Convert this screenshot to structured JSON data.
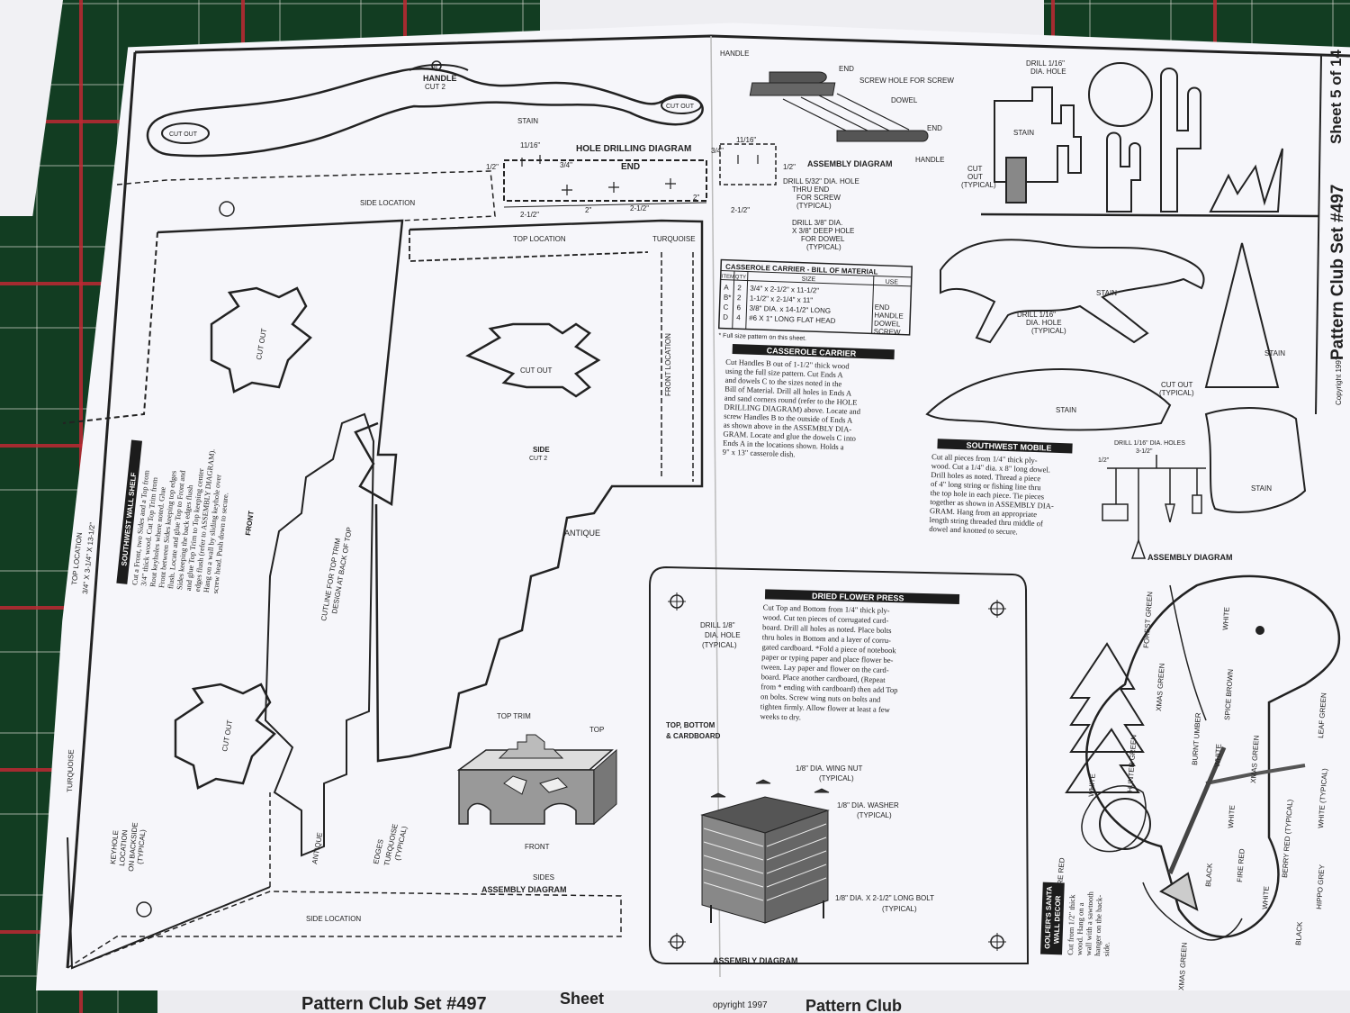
{
  "sheet": {
    "set_title": "Pattern Club Set #497",
    "sheet_no": "Sheet 5 of 14",
    "copyright": "Copyright 1997",
    "footer_set": "Pattern Club Set #497",
    "footer_sheet": "Sheet",
    "footer_copy": "opyright 1997",
    "footer_club": "Pattern Club"
  },
  "handle": {
    "label": "HANDLE",
    "cut": "CUT 2",
    "letter": "B",
    "cutout": "CUT OUT",
    "stain": "STAIN"
  },
  "hole_drill": {
    "title": "HOLE DRILLING DIAGRAM",
    "end": "END",
    "dims": [
      "11/16\"",
      "1/2\"",
      "3/4\"",
      "2-1/2\"",
      "2\"",
      "2-1/2\"",
      "2\"",
      "11/16\"",
      "3/4\"",
      "1/2\"",
      "2-1/2\""
    ],
    "drill1": "DRILL 5/32\" DIA. HOLE",
    "drill1b": "THRU END",
    "drill1c": "FOR SCREW",
    "drill1d": "(TYPICAL)",
    "drill2": "DRILL 3/8\" DIA.",
    "drill2b": "X 3/8\" DEEP HOLE",
    "drill2c": "FOR DOWEL",
    "drill2d": "(TYPICAL)"
  },
  "carrier_asm": {
    "handle": "HANDLE",
    "end": "END",
    "screw": "SCREW HOLE FOR SCREW",
    "dowel": "DOWEL",
    "end2": "END",
    "handle2": "HANDLE",
    "title": "ASSEMBLY DIAGRAM"
  },
  "bom": {
    "title": "CASSEROLE CARRIER - BILL OF MATERIAL",
    "headers": [
      "ITEM",
      "QTY",
      "SIZE",
      "USE"
    ],
    "rows": [
      [
        "A",
        "2",
        "3/4\" x 2-1/2\" x 11-1/2\"",
        "END"
      ],
      [
        "B*",
        "2",
        "1-1/2\" x 2-1/4\" x 11\"",
        "HANDLE"
      ],
      [
        "C",
        "6",
        "3/8\" DIA. x 14-1/2\" LONG",
        "DOWEL"
      ],
      [
        "D",
        "4",
        "#6 X 1\" LONG FLAT HEAD",
        "SCREW"
      ]
    ],
    "note": "* Full size pattern on this sheet."
  },
  "casserole": {
    "title": "CASSEROLE CARRIER",
    "lines": [
      "Cut Handles B out of 1-1/2\" thick wood",
      "using the full size pattern.  Cut Ends A",
      "and dowels C to the sizes noted in the",
      "Bill of Material.  Drill all holes in Ends A",
      "and sand corners round (refer to the HOLE",
      "DRILLING DIAGRAM) above.  Locate and",
      "screw Handles B to the outside of Ends A",
      "as shown above in the ASSEMBLY DIA-",
      "GRAM. Locate and glue the dowels C into",
      "Ends A in the locations shown.  Holds a",
      "9\" x 13\" casserole dish."
    ]
  },
  "mobile": {
    "title": "SOUTHWEST MOBILE",
    "lines": [
      "Cut all pieces from 1/4\" thick ply-",
      "wood.  Cut a 1/4\" dia. x 8\" long dowel.",
      "Drill holes as noted.  Thread a piece",
      "of 4\" long string or fishing line thru",
      "the top hole in each piece.  Tie pieces",
      "together as shown in ASSEMBLY DIA-",
      "GRAM.  Hang from an appropriate",
      "length string threaded thru middle of",
      "dowel and knotted to secure."
    ],
    "drill": "DRILL 1/16\"",
    "drill_b": "DIA. HOLE",
    "drill2": "DRILL 1/16\"",
    "drill2_b": "DIA. HOLE",
    "drill2_c": "(TYPICAL)",
    "cutout": "CUT",
    "cutout_b": "OUT",
    "cutout_c": "(TYPICAL)",
    "cutout2": "CUT OUT",
    "cutout2_b": "(TYPICAL)",
    "stain1": "STAIN",
    "stain2": "STAIN",
    "stain3": "STAIN",
    "stain4": "STAIN",
    "stain5": "STAIN",
    "drill3": "DRILL 1/16\" DIA. HOLES",
    "dim1": "3-1/2\"",
    "dim2": "1/2\"",
    "asm": "ASSEMBLY DIAGRAM"
  },
  "shelf": {
    "title": "SOUTHWEST WALL SHELF",
    "lines": [
      "Cut a Front, two Sides and a Top from",
      "3/4\" thick wood.  Cut Top Trim from",
      "Rout keyholes where noted.  Glue",
      "Front between Sides keeping top edges",
      "flush.  Locate and glue Top to Front and",
      "Sides keeping the back edges flush",
      "and glue Top Trim to Top keeping center",
      "edges flush (refer to ASSEMBLY DIAGRAM).",
      "Hang on a wall by sliding keyhole over",
      "screw head.  Push down to secure."
    ],
    "top_location": "TOP LOCATION",
    "top_size": "3/4\" X 3-1/4\" X 13-1/2\"",
    "side_location": "SIDE LOCATION",
    "top_location2": "TOP LOCATION",
    "turquoise": "TURQUOISE",
    "turquoise2": "TURQUOISE",
    "front_location": "FRONT LOCATION",
    "cutout1": "CUT OUT",
    "cutout2": "CUT OUT",
    "cutout3": "CUT OUT",
    "side": "SIDE",
    "side_cut": "CUT 2",
    "front": "FRONT",
    "cutline": "CUTLINE FOR TOP TRIM",
    "cutline_b": "DESIGN AT BACK OF TOP",
    "antique": "ANTIQUE",
    "antique2": "ANTIQUE",
    "edges": "EDGES",
    "edges_b": "TURQUOISE",
    "edges_c": "(TYPICAL)",
    "keyhole": "KEYHOLE",
    "keyhole_b": "LOCATION",
    "keyhole_c": "ON BACKSIDE",
    "keyhole_d": "(TYPICAL)",
    "side_location2": "SIDE  LOCATION",
    "asm_top_trim": "TOP TRIM",
    "asm_top": "TOP",
    "asm_front": "FRONT",
    "asm_sides": "SIDES",
    "asm_title": "ASSEMBLY DIAGRAM"
  },
  "press": {
    "title": "DRIED FLOWER PRESS",
    "lines": [
      "Cut Top and Bottom from 1/4\" thick ply-",
      "wood.  Cut ten pieces of corrugated card-",
      "board.  Drill all holes as noted.  Place bolts",
      "thru holes in Bottom and a layer of corru-",
      "gated cardboard.  *Fold a piece of notebook",
      "paper or typing paper and place flower be-",
      "tween.  Lay paper and flower on the card-",
      "board.  Place another cardboard, (Repeat",
      "from * ending with cardboard) then add Top",
      "on bolts.  Screw wing nuts on bolts and",
      "tighten firmly.  Allow flower at least a few",
      "weeks to dry."
    ],
    "drill": "DRILL 1/8\"",
    "drill_b": "DIA. HOLE",
    "drill_c": "(TYPICAL)",
    "tbc": "TOP, BOTTOM",
    "tbc_b": "& CARDBOARD",
    "wing": "1/8\" DIA. WING NUT",
    "wing_b": "(TYPICAL)",
    "washer": "1/8\" DIA. WASHER",
    "washer_b": "(TYPICAL)",
    "bolt": "1/8\" DIA. X 2-1/2\" LONG BOLT",
    "bolt_b": "(TYPICAL)",
    "asm": "ASSEMBLY DIAGRAM"
  },
  "santa": {
    "title": "GOLFER'S SANTA",
    "title_b": "WALL DECOR",
    "lines": [
      "Cut from 1/2\" thick",
      "wood.  Hang on a",
      "wall with a sawtooth",
      "hanger on the back-",
      "side."
    ],
    "colors": [
      "FOREST GREEN",
      "WHITE",
      "XMAS GREEN",
      "SPICE BROWN",
      "BURNT UMBER",
      "HUNTER GREEN",
      "WHITE",
      "WHITE",
      "XMAS GREEN",
      "LEAF GREEN",
      "FIRE RED",
      "WHITE",
      "BLACK",
      "FIRE RED",
      "BERRY RED (TYPICAL)",
      "WHITE (TYPICAL)",
      "HIPPO GREY",
      "WHITE",
      "BLACK",
      "XMAS GREEN"
    ]
  },
  "colors": {
    "ink": "#222222",
    "paper": "#f6f6fa",
    "tablecloth": "#17402a",
    "plaid": "#be2832"
  }
}
